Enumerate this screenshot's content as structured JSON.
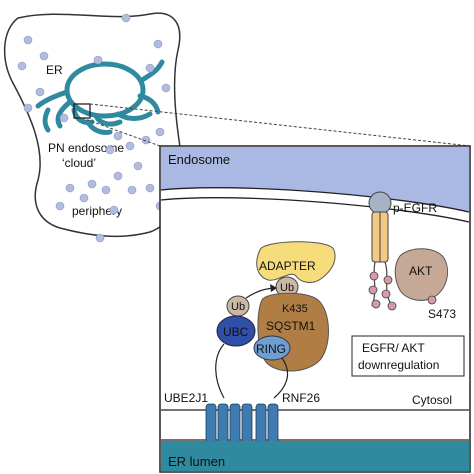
{
  "cell": {
    "er_label": "ER",
    "pn_label_line1": "PN endosome",
    "pn_label_line2": "‘cloud’",
    "periphery_label": "periphery"
  },
  "panel": {
    "endosome_label": "Endosome",
    "egfr_label": "p-EGFR",
    "akt_label": "AKT",
    "s473_label": "S473",
    "adapter_label": "ADAPTER",
    "ub_label": "Ub",
    "ub2_label": "Ub",
    "k435_label": "K435",
    "ubc_label": "UBC",
    "sqstm1_label": "SQSTM1",
    "ring_label": "RING",
    "ube2j1_label": "UBE2J1",
    "rnf26_label": "RNF26",
    "box_line1": "EGFR/ AKT",
    "box_line2": "downregulation",
    "cytosol_label": "Cytosol",
    "er_lumen_label": "ER lumen"
  },
  "colors": {
    "er_teal": "#2f8aa0",
    "endosome_blue": "#a9b9e3",
    "vesicle": "#b3bcdf",
    "adapter_yellow": "#f6dc7a",
    "ub_tan": "#c9b8a3",
    "sqstm1_brown": "#b07e45",
    "ubc_navy": "#2f4fa8",
    "ring_blue": "#6f9fd0",
    "akt_tan": "#c5a896",
    "egfr_orange": "#f2c883",
    "egfr_gray": "#a6b3c5",
    "phospho_pink": "#d69aa8",
    "tm_blue": "#3d7bb0"
  }
}
